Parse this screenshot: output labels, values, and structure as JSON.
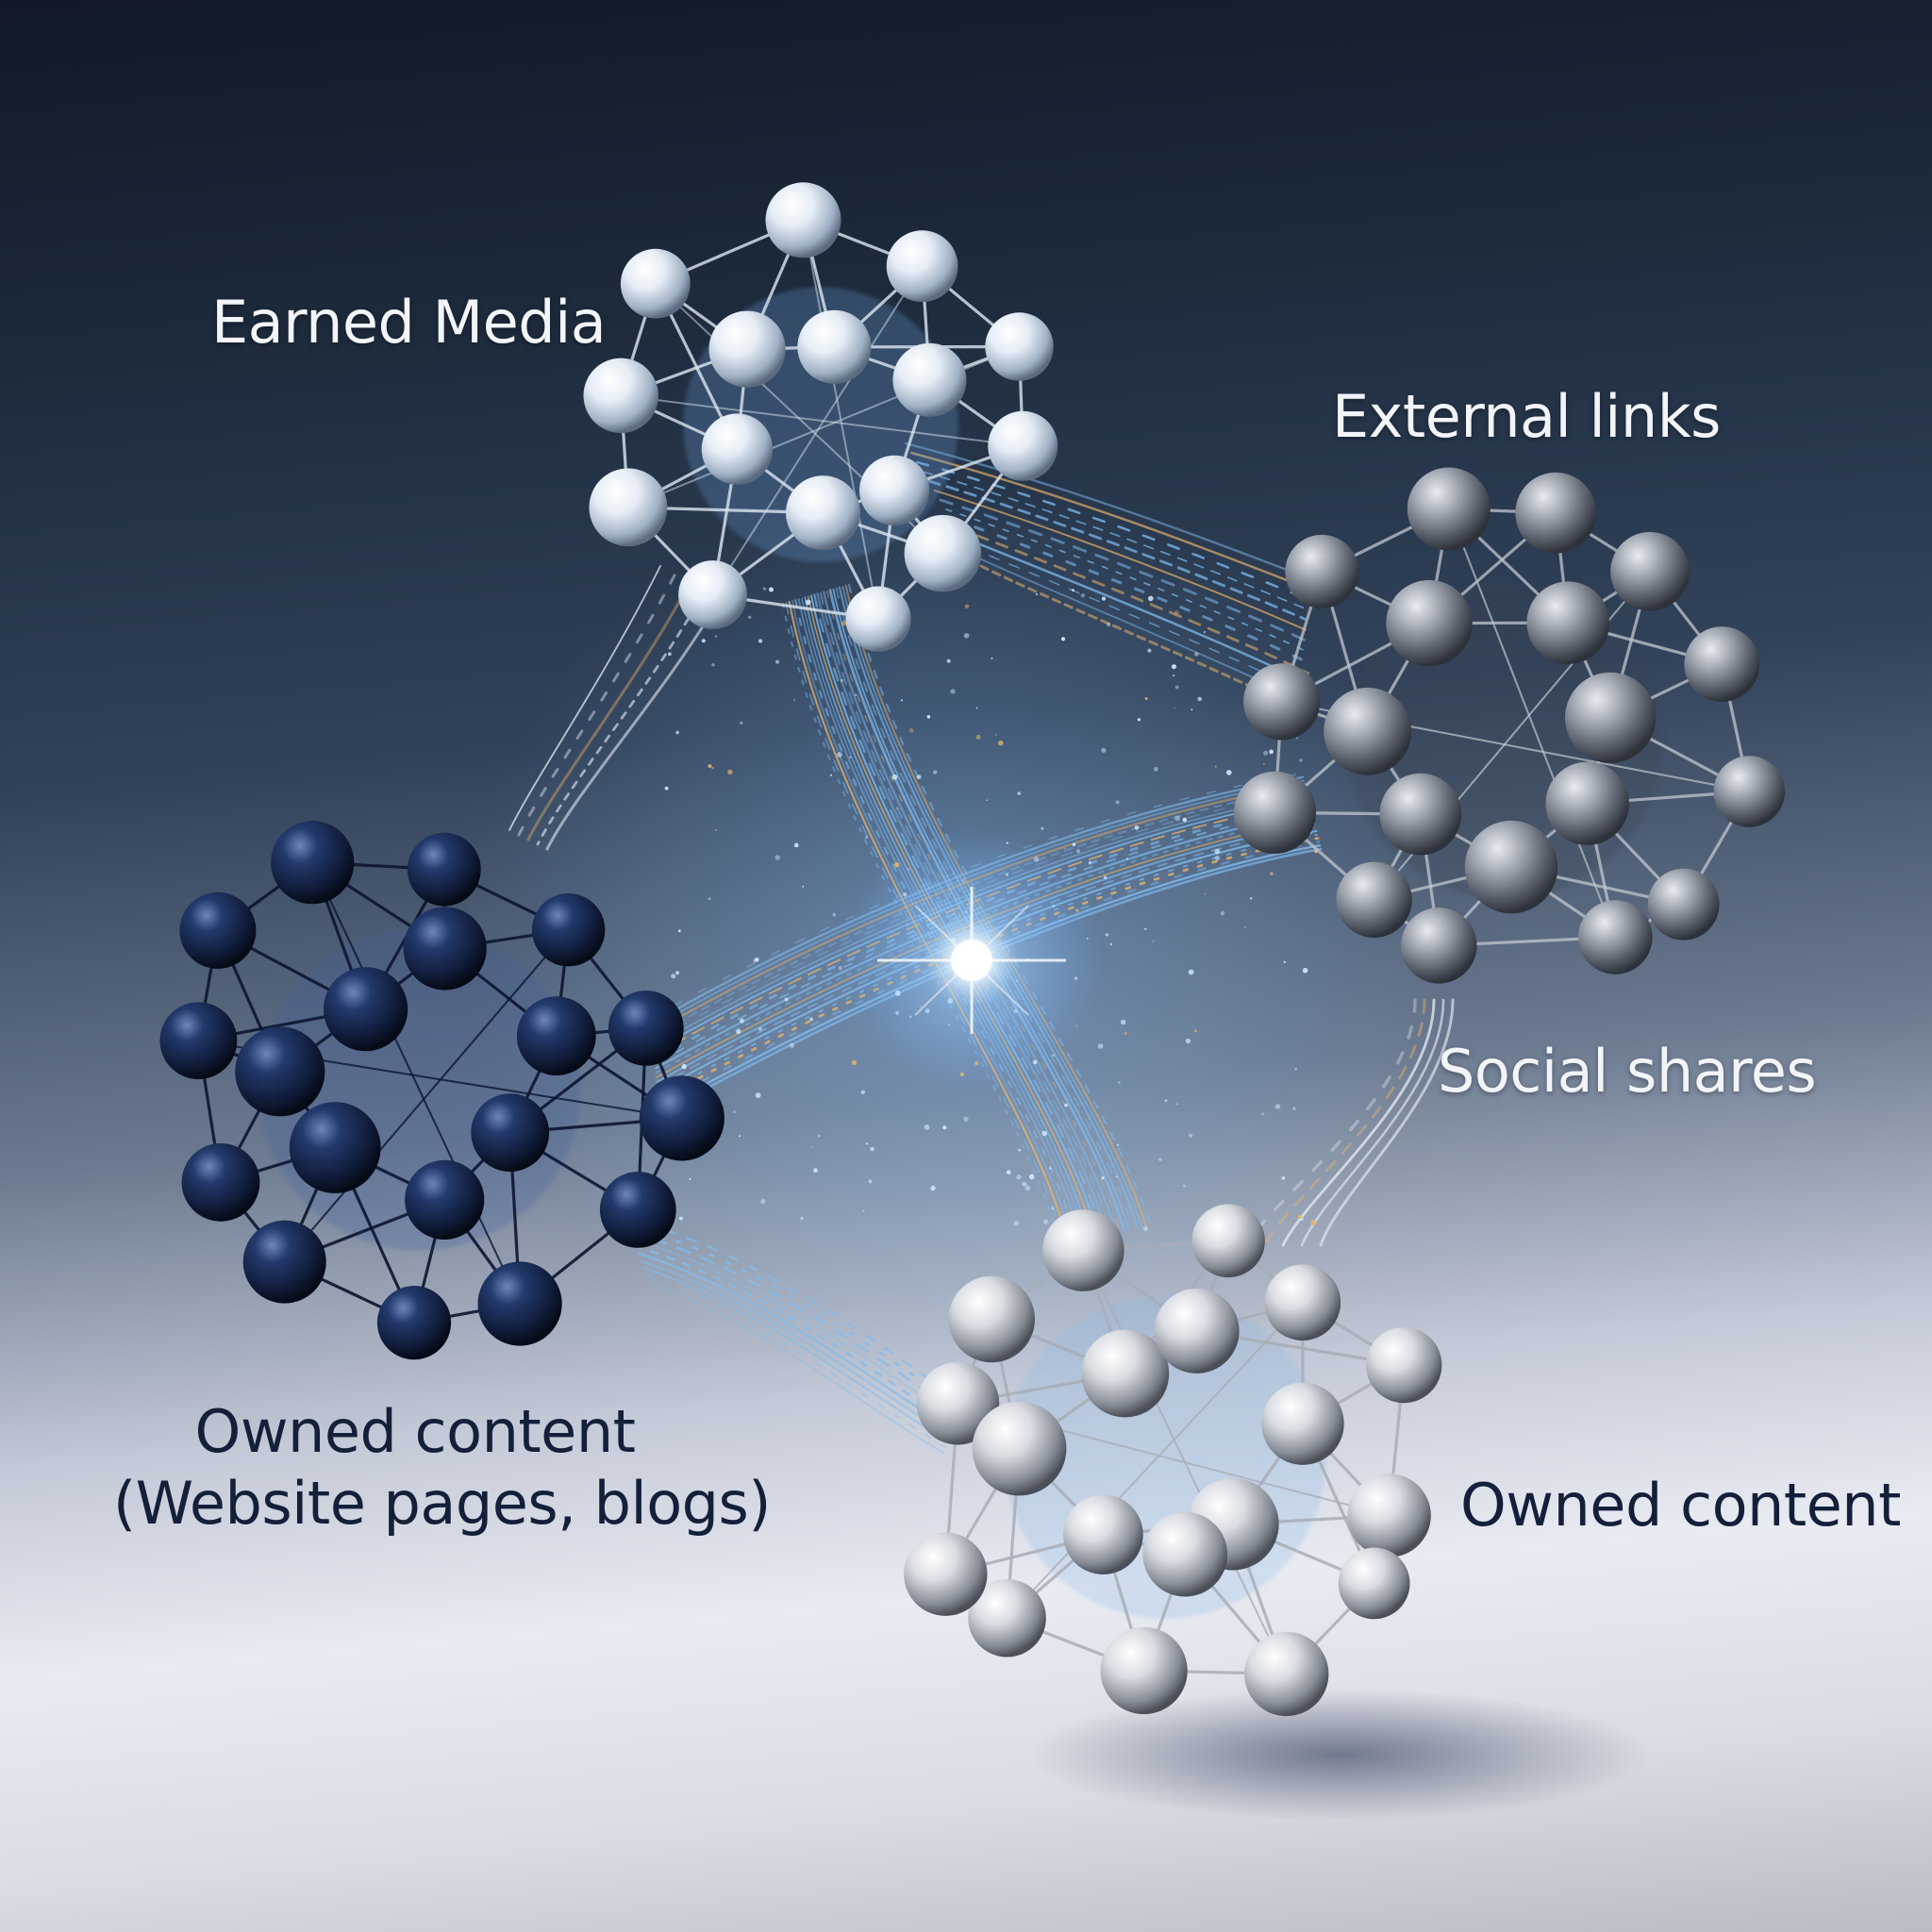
{
  "labels": {
    "earned_media": "Earned Media",
    "external_links": "External links",
    "social_shares": "Social shares",
    "owned_content_left_line1": "Owned content",
    "owned_content_left_line2": "(Website pages, blogs)",
    "owned_content_right": "Owned content"
  },
  "colors": {
    "glow": "#bfe2ff",
    "link_blue": "#7fbcf0",
    "link_gold": "#e8b46a",
    "dark_node": "#1a2d57",
    "silver_node": "#c9ccd2"
  },
  "clusters": [
    {
      "name": "top-cluster",
      "style": "glass-silver"
    },
    {
      "name": "right-cluster",
      "style": "dark-silver"
    },
    {
      "name": "left-cluster",
      "style": "navy"
    },
    {
      "name": "bottom-cluster",
      "style": "chrome"
    }
  ]
}
